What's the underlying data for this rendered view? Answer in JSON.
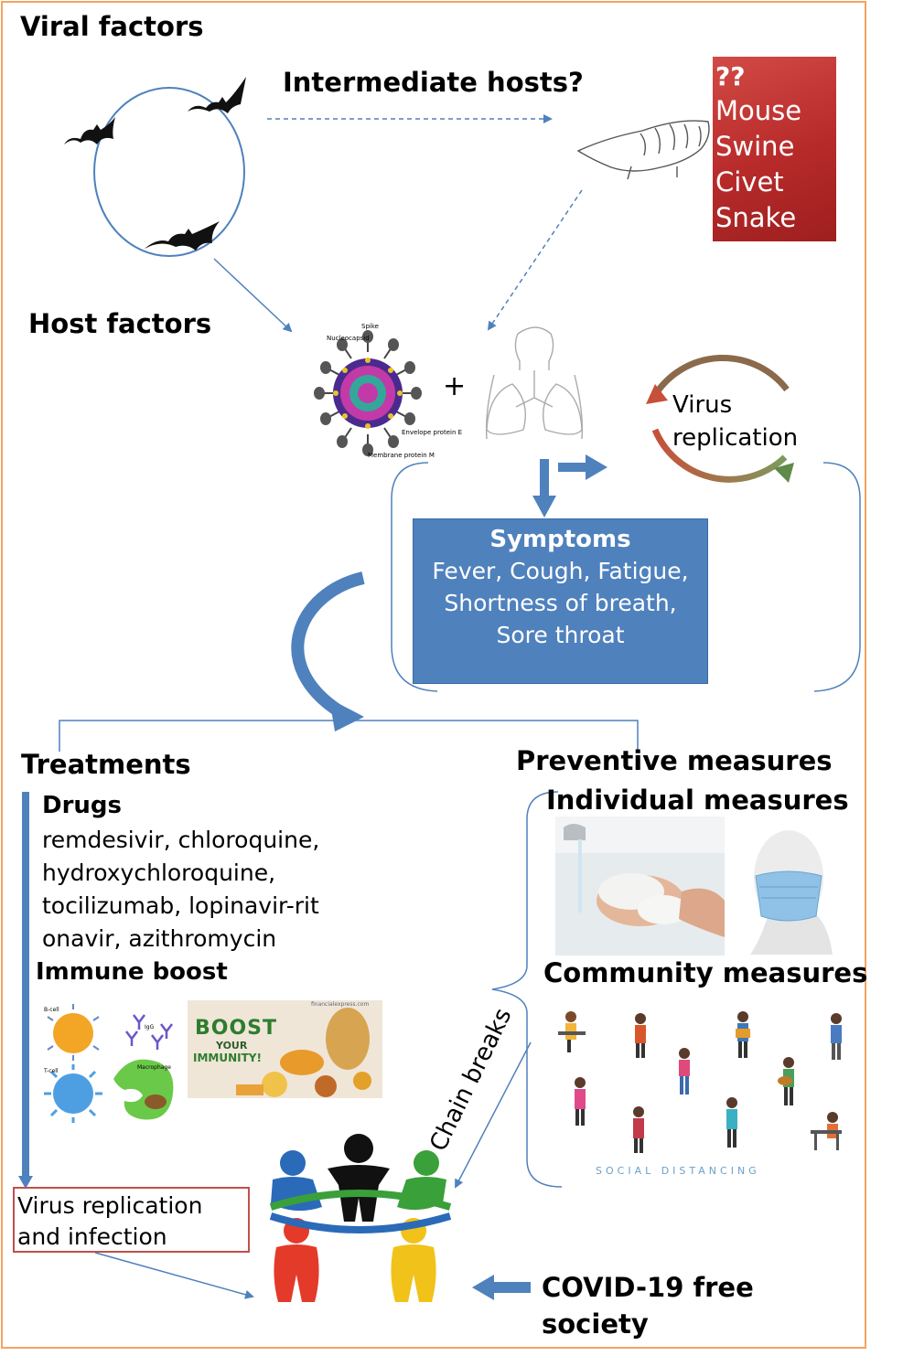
{
  "labels": {
    "viral_factors": "Viral factors",
    "intermediate_hosts": "Intermediate hosts?",
    "host_factors": "Host factors",
    "plus": "+",
    "virus_replication_cycle": [
      "Virus",
      "replication"
    ],
    "treatments": "Treatments",
    "preventive_measures": "Preventive measures",
    "individual_measures": "Individual measures",
    "community_measures": "Community measures",
    "chain_breaks": "Chain breaks",
    "covid_free": [
      "COVID-19 free",
      "society"
    ]
  },
  "intermediate_hosts_box": {
    "heading": "??",
    "items": [
      "Mouse",
      "Swine",
      "Civet",
      "Snake"
    ]
  },
  "virus_diagram_labels": {
    "spike": "Spike",
    "nucleocapsid": "Nucleocapsid",
    "envelope": "Envelope protein E",
    "membrane": "Membrane protein M"
  },
  "symptoms": {
    "heading": "Symptoms",
    "lines": [
      "Fever, Cough, Fatigue,",
      "Shortness of breath,",
      "Sore throat"
    ]
  },
  "drugs": {
    "heading": "Drugs",
    "lines": [
      "remdesivir, chloroquine,",
      "hydroxychloroquine,",
      "tocilizumab, lopinavir-rit",
      "onavir, azithromycin"
    ]
  },
  "immune_boost": {
    "heading": "Immune boost",
    "cell_labels": {
      "b_cell": "B-cell",
      "igg": "IgG",
      "t_cell": "T-cell",
      "macrophage": "Macrophage"
    },
    "banner": {
      "line1": "BOOST",
      "line2": "YOUR",
      "line3": "IMMUNITY!",
      "source": "financialexpress.com"
    }
  },
  "social_distancing": "SOCIAL  DISTANCING",
  "virus_replication_box": [
    "Virus replication",
    "and infection"
  ],
  "colors": {
    "frame": "#f4a460",
    "blue": "#4f81bd",
    "red_box": "#b72a2a",
    "outline_red": "#c0504d"
  }
}
